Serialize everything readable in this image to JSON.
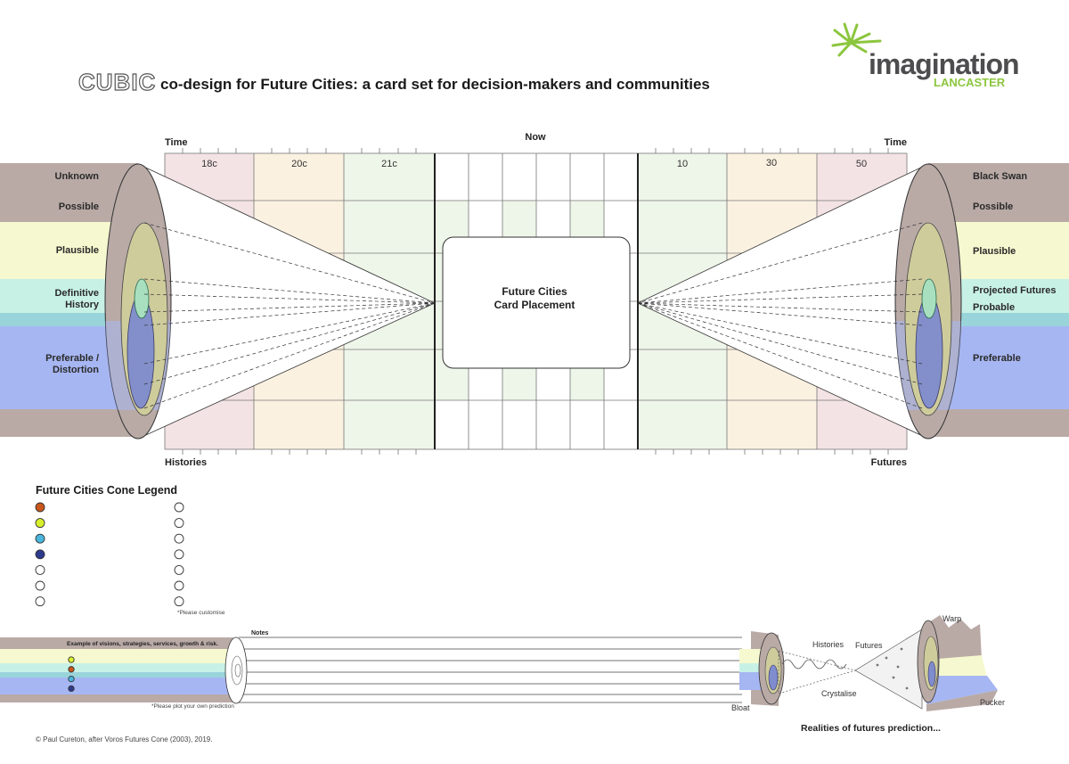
{
  "header": {
    "logo_word": "CUBIC",
    "title": "co-design for Future Cities: a card set for decision-makers and communities",
    "brand_word": "imagination",
    "brand_sub": "LANCASTER"
  },
  "timeline": {
    "time_left": "Time",
    "now": "Now",
    "time_right": "Time",
    "histories": "Histories",
    "futures": "Futures",
    "past_columns": [
      "18c",
      "20c",
      "21c"
    ],
    "future_columns": [
      "10",
      "30",
      "50"
    ],
    "center_card": [
      "Future Cities",
      "Card Placement"
    ]
  },
  "left_bands": [
    "Unknown",
    "Possible",
    "Plausible",
    "Definitive",
    "History",
    "Preferable /",
    "Distortion"
  ],
  "right_bands": [
    "Black Swan",
    "Possible",
    "Plausible",
    "Projected Futures",
    "Probable",
    "Preferable"
  ],
  "legend": {
    "title": "Future Cities Cone Legend",
    "note": "*Please customise",
    "col1_colors": [
      "#c9561a",
      "#d8ef2c",
      "#49b6dd",
      "#2e3a8c",
      "#ffffff",
      "#ffffff",
      "#ffffff"
    ],
    "col2_colors": [
      "#ffffff",
      "#ffffff",
      "#ffffff",
      "#ffffff",
      "#ffffff",
      "#ffffff",
      "#ffffff"
    ]
  },
  "notes_strip": {
    "heading": "Example of visions, strategies, services, growth & risk.",
    "notes_label": "Notes",
    "plot_note": "*Please plot your own prediction",
    "dot_colors": [
      "#d8ef2c",
      "#c9561a",
      "#49b6dd",
      "#2e3a8c"
    ]
  },
  "realities": {
    "labels": [
      "Histories",
      "Futures",
      "Warp",
      "Crystalise",
      "Bloat",
      "Pucker"
    ],
    "caption": "Realities of futures prediction..."
  },
  "footer": {
    "copyright": "© Paul Cureton, after Voros Futures Cone (2003), 2019."
  },
  "colors": {
    "unknown": "#b9aaa6",
    "plausible": "#f6f9cf",
    "definitive": "#c8f1e6",
    "teal": "#9ad4db",
    "preferable": "#a6b6f2",
    "past1": "#f4e3e4",
    "past2": "#fbf1e1",
    "past3": "#eef5e9"
  }
}
